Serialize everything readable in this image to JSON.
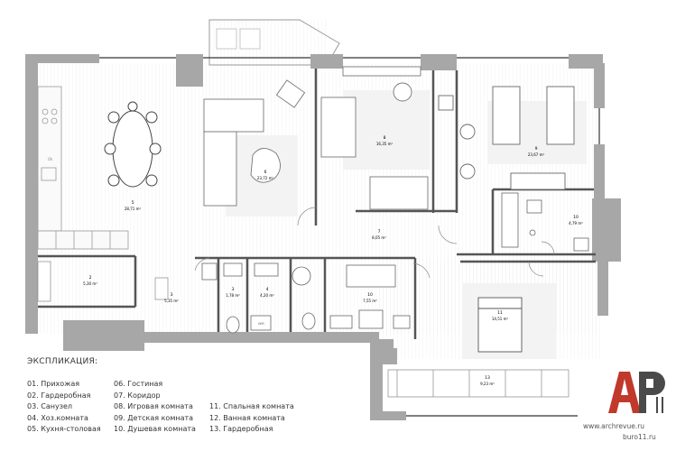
{
  "rooms": [
    {
      "id": "r2",
      "num": "2",
      "area": "5,30 m²"
    },
    {
      "id": "r3",
      "num": "3",
      "area": "5,35 m²"
    },
    {
      "id": "r3b",
      "num": "3",
      "area": "1,78 m²"
    },
    {
      "id": "r4",
      "num": "4",
      "area": "4,20 m²"
    },
    {
      "id": "r5",
      "num": "5",
      "area": "28,71 m²"
    },
    {
      "id": "r6",
      "num": "6",
      "area": "23,72 m²"
    },
    {
      "id": "r7",
      "num": "7",
      "area": "8,05 m²"
    },
    {
      "id": "r8",
      "num": "8",
      "area": "16,35 m²"
    },
    {
      "id": "r9",
      "num": "9",
      "area": "23,67 m²"
    },
    {
      "id": "r10",
      "num": "10",
      "area": "4,79 m²"
    },
    {
      "id": "r10b",
      "num": "10",
      "area": "7,55 m²"
    },
    {
      "id": "r11",
      "num": "11",
      "area": "14,51 m²"
    },
    {
      "id": "r13",
      "num": "13",
      "area": "9,23 m²"
    }
  ],
  "legend": {
    "title": "ЭКСПЛИКАЦИЯ:",
    "col1": [
      "01. Прихожая",
      "02. Гардеробная",
      "03. Санузел",
      "04. Хоз.комната",
      "05. Кухня-столовая"
    ],
    "col2": [
      "06. Гостиная",
      "07. Коридор",
      "08. Игровая комната",
      "09. Детская комната",
      "10. Душевая комната"
    ],
    "col3": [
      "11. Спальная комната",
      "12. Ванная комната",
      "13. Гардеробная"
    ]
  },
  "fixture_labels": {
    "kitchen": "Ok",
    "wm": "WM"
  },
  "watermark": {
    "url": "www.archrevue.ru",
    "site": "buro11.ru"
  },
  "logo": {
    "letters": "AP",
    "colors": {
      "red": "#c0392b",
      "dark": "#4a4a4a"
    }
  }
}
